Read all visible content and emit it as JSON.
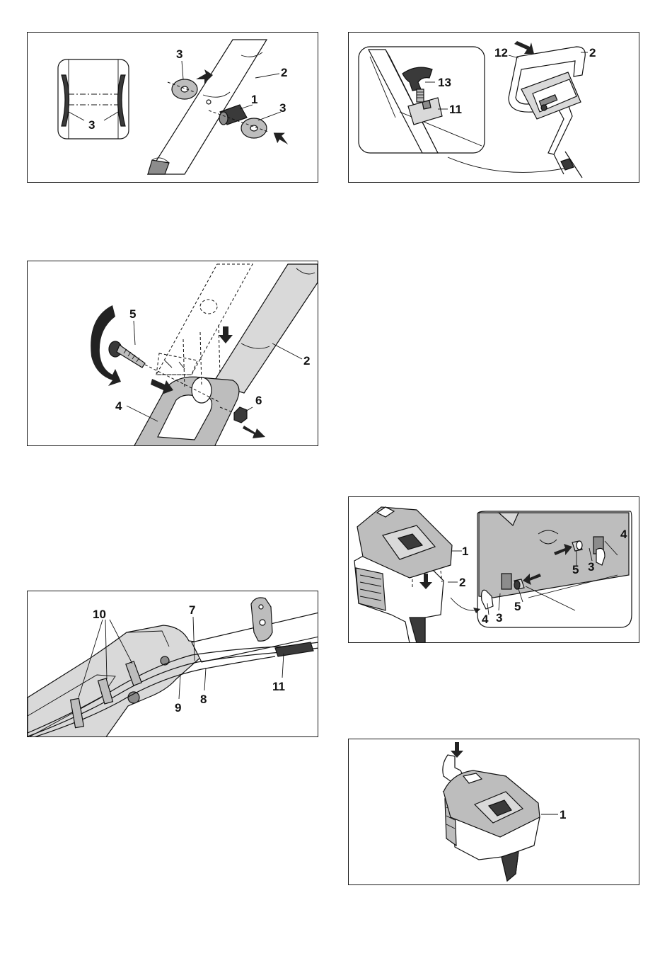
{
  "figures": [
    {
      "id": "fig-handle-spacers",
      "callouts": [
        "3",
        "1",
        "2",
        "3",
        "3"
      ]
    },
    {
      "id": "fig-handle-clamp",
      "callouts": [
        "12",
        "2",
        "13",
        "11"
      ]
    },
    {
      "id": "fig-handle-bolt",
      "callouts": [
        "5",
        "2",
        "4",
        "6"
      ]
    },
    {
      "id": "fig-cable-routing",
      "callouts": [
        "10",
        "7",
        "8",
        "9",
        "11"
      ]
    },
    {
      "id": "fig-catcher-lid",
      "callouts": [
        "1",
        "2",
        "4",
        "5",
        "3",
        "4",
        "3",
        "5"
      ]
    },
    {
      "id": "fig-catcher-closed",
      "callouts": [
        "1"
      ]
    }
  ]
}
